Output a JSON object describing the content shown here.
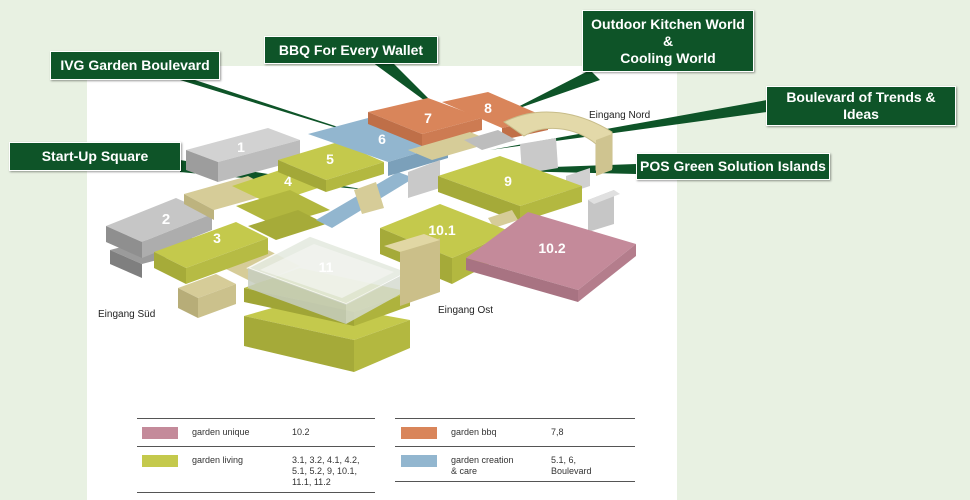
{
  "callouts": {
    "ivg_garden_boulevard": "IVG Garden Boulevard",
    "bbq_every_wallet": "BBQ For Every Wallet",
    "outdoor_kitchen_line1": "Outdoor Kitchen World",
    "outdoor_kitchen_line2": "&",
    "outdoor_kitchen_line3": "Cooling World",
    "boulevard_trends_line1": "Boulevard of Trends &",
    "boulevard_trends_line2": "Ideas",
    "start_up_square": "Start-Up Square",
    "pos_green_solution": "POS Green Solution Islands"
  },
  "entrances": {
    "north": "Eingang Nord",
    "south": "Eingang Süd",
    "east": "Eingang Ost"
  },
  "halls": {
    "h1": "1",
    "h2": "2",
    "h3": "3",
    "h4": "4",
    "h5": "5",
    "h6": "6",
    "h7": "7",
    "h8": "8",
    "h9": "9",
    "h10_1": "10.1",
    "h10_2": "10.2",
    "h11": "11"
  },
  "legend": {
    "items": [
      {
        "name": "garden unique",
        "halls": "10.2",
        "color": "#c48a9a"
      },
      {
        "name": "garden living",
        "halls": "3.1, 3.2, 4.1, 4.2,\n5.1, 5.2, 9, 10.1,\n11.1, 11.2",
        "color": "#c4c94c"
      },
      {
        "name": "garden bbq",
        "halls": "7,8",
        "color": "#d9855a"
      },
      {
        "name": "garden creation\n& care",
        "halls": "5.1, 6,\nBoulevard",
        "color": "#92b6cf"
      }
    ]
  },
  "colors": {
    "background": "#e8f1e2",
    "callout": "#0e5428",
    "unique": "#c48a9a",
    "living": "#c4c94c",
    "bbq": "#d9855a",
    "creation": "#92b6cf",
    "grey_hall": "#b4b4b4",
    "beige": "#d6cc98"
  }
}
